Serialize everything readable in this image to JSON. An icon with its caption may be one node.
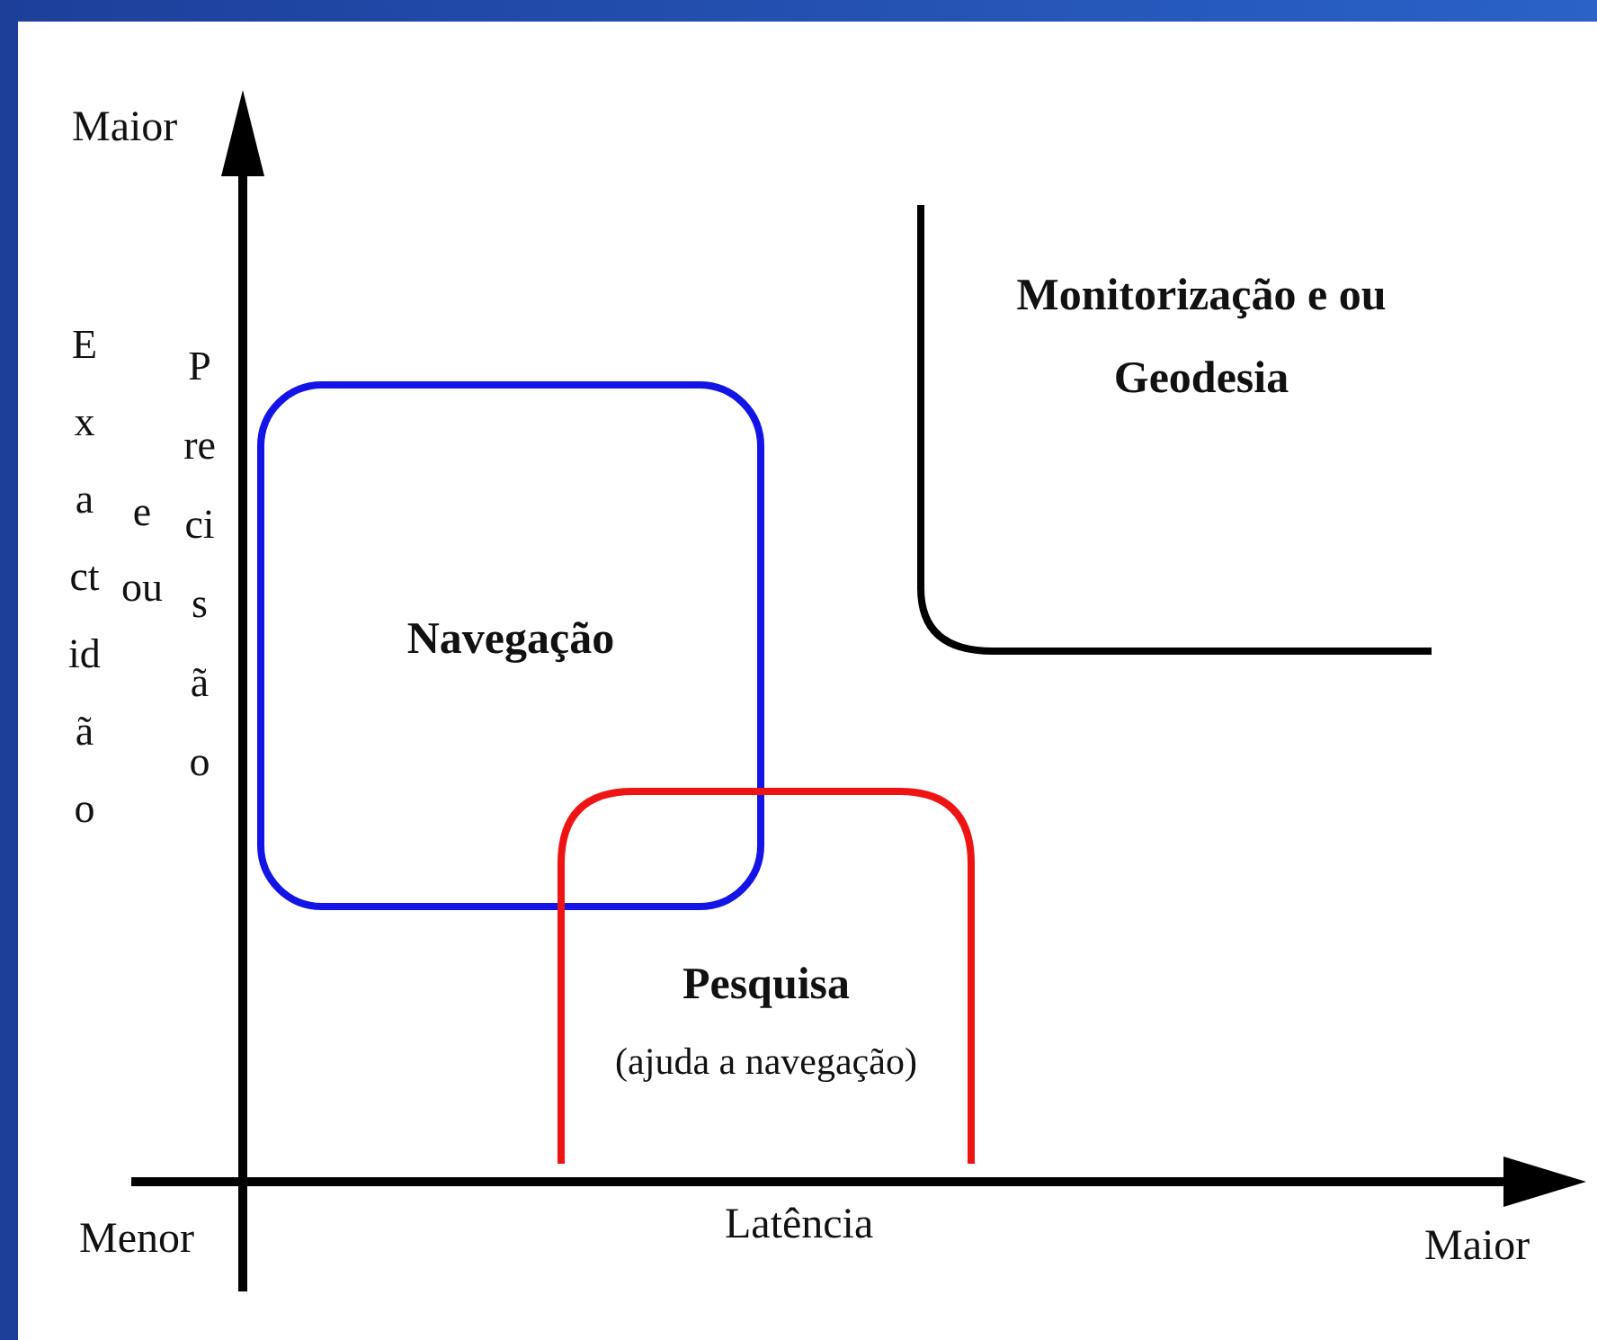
{
  "diagram": {
    "nodes": [
      {
        "text": [
          "Navegação"
        ]
      },
      {
        "text": [
          "Pesquisa",
          "(ajuda a navegação)"
        ]
      },
      {
        "text": [
          "Monitorização e ou Geodesia"
        ]
      }
    ],
    "labels": [
      "Maior",
      "Exactidão",
      "e ou",
      "Precisão",
      "Menor",
      "Latência",
      "Maior"
    ]
  }
}
